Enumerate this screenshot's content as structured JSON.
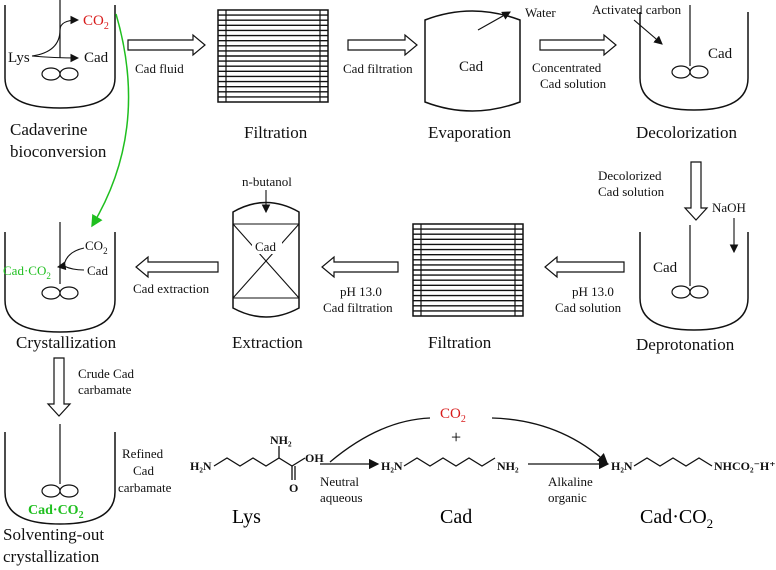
{
  "colors": {
    "co2_red": "#d81b1b",
    "cad_co2_green": "#1fbf1f",
    "line": "#111111"
  },
  "step1": {
    "name_line1": "Cadaverine",
    "name_line2": "bioconversion",
    "lys": "Lys",
    "cad": "Cad",
    "co2": "CO",
    "co2_sub": "2"
  },
  "arrow1_label": "Cad fluid",
  "step2": {
    "name": "Filtration"
  },
  "arrow2_label": "Cad filtration",
  "step3": {
    "name": "Evaporation",
    "cad": "Cad",
    "water": "Water"
  },
  "arrow3_label_line1": "Concentrated",
  "arrow3_label_line2": "Cad solution",
  "step4": {
    "name": "Decolorization",
    "cad": "Cad",
    "activated_carbon": "Activated carbon"
  },
  "down_arrow_label_line1": "Decolorized",
  "down_arrow_label_line2": "Cad solution",
  "step5": {
    "name": "Deprotonation",
    "cad": "Cad",
    "naoh": "NaOH"
  },
  "arrow5_label_line1": "pH 13.0",
  "arrow5_label_line2": "Cad solution",
  "step6": {
    "name": "Filtration"
  },
  "arrow6_label_line1": "pH 13.0",
  "arrow6_label_line2": "Cad filtration",
  "step7": {
    "name": "Extraction",
    "cad": "Cad",
    "butanol": "n-butanol"
  },
  "arrow7_label": "Cad extraction",
  "step8": {
    "name": "Crystallization",
    "co2": "CO",
    "co2_sub": "2",
    "cad": "Cad",
    "cad_co2": "Cad·CO",
    "cad_co2_sub": "2"
  },
  "down_arrow2_label_line1": "Crude Cad",
  "down_arrow2_label_line2": "carbamate",
  "step9": {
    "name_line1": "Solventing-out",
    "name_line2": "crystallization",
    "cad_co2": "Cad·CO",
    "cad_co2_sub": "2"
  },
  "refined_label_line1": "Refined",
  "refined_label_line2": "Cad",
  "refined_label_line3": "carbamate",
  "reaction": {
    "lys_name": "Lys",
    "cad_name": "Cad",
    "product_name": "Cad·CO",
    "product_sub": "2",
    "co2": "CO",
    "co2_sub": "2",
    "plus": "+",
    "cond1_line1": "Neutral",
    "cond1_line2": "aqueous",
    "cond2_line1": "Alkaline",
    "cond2_line2": "organic",
    "lys_h2n": "H₂N",
    "lys_nh2": "NH₂",
    "lys_oh": "OH",
    "lys_o": "O",
    "cad_h2n": "H₂N",
    "cad_nh2": "NH₂",
    "prod_h2n": "H₂N",
    "prod_tail": "NHCO₂⁻H⁺"
  }
}
